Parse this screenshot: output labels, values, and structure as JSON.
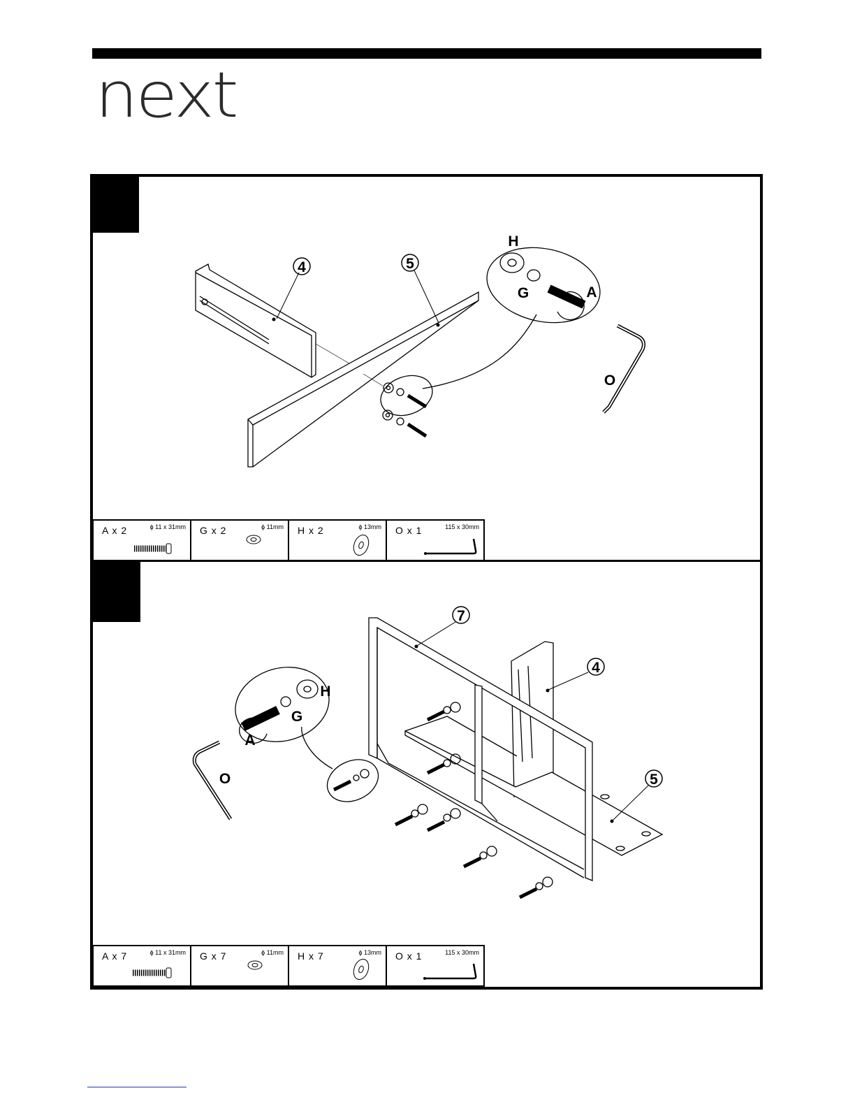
{
  "header": {
    "brand": "next"
  },
  "steps": [
    {
      "callouts": {
        "part_a": "4",
        "part_b": "5",
        "washer_h": "H",
        "washer_g": "G",
        "screw_a": "A",
        "key_o": "O"
      },
      "parts": [
        {
          "label": "A x 2",
          "dim": "ϕ 11 x 31mm",
          "icon": "bolt-icon"
        },
        {
          "label": "G x 2",
          "dim": "ϕ 11mm",
          "icon": "spring-washer-icon"
        },
        {
          "label": "H x 2",
          "dim": "ϕ 13mm",
          "icon": "flat-washer-icon"
        },
        {
          "label": "O x 1",
          "dim": "115 x 30mm",
          "icon": "allen-key-icon"
        }
      ]
    },
    {
      "callouts": {
        "part_frame": "7",
        "part_a": "4",
        "part_b": "5",
        "washer_h": "H",
        "washer_g": "G",
        "screw_a": "A",
        "key_o": "O"
      },
      "parts": [
        {
          "label": "A x 7",
          "dim": "ϕ 11 x 31mm",
          "icon": "bolt-icon"
        },
        {
          "label": "G x 7",
          "dim": "ϕ 11mm",
          "icon": "spring-washer-icon"
        },
        {
          "label": "H x 7",
          "dim": "ϕ 13mm",
          "icon": "flat-washer-icon"
        },
        {
          "label": "O x 1",
          "dim": "115 x 30mm",
          "icon": "allen-key-icon"
        }
      ]
    }
  ]
}
